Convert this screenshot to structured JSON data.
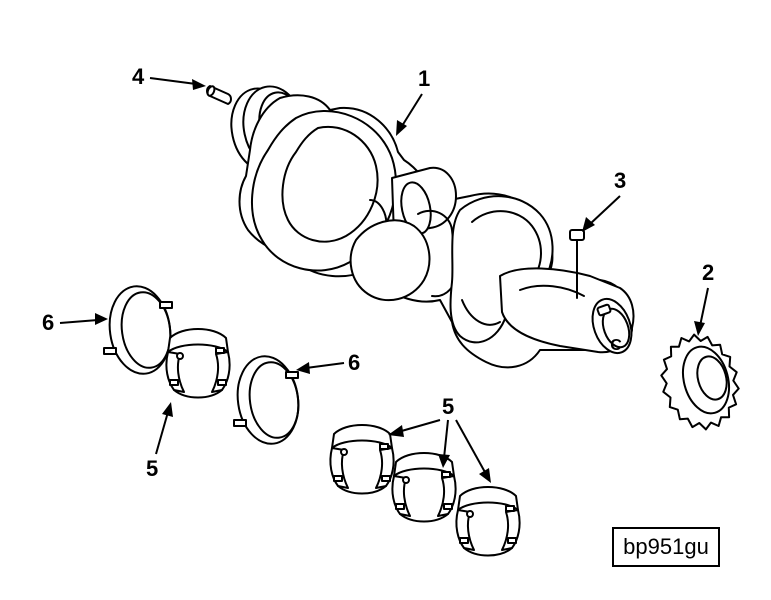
{
  "callouts": [
    {
      "id": "c1",
      "label": "1"
    },
    {
      "id": "c2",
      "label": "2"
    },
    {
      "id": "c3",
      "label": "3"
    },
    {
      "id": "c4",
      "label": "4"
    },
    {
      "id": "c5a",
      "label": "5"
    },
    {
      "id": "c5b",
      "label": "5"
    },
    {
      "id": "c6a",
      "label": "6"
    },
    {
      "id": "c6b",
      "label": "6"
    }
  ],
  "reference_code": "bp951gu",
  "crankshaft_stamp": "C"
}
